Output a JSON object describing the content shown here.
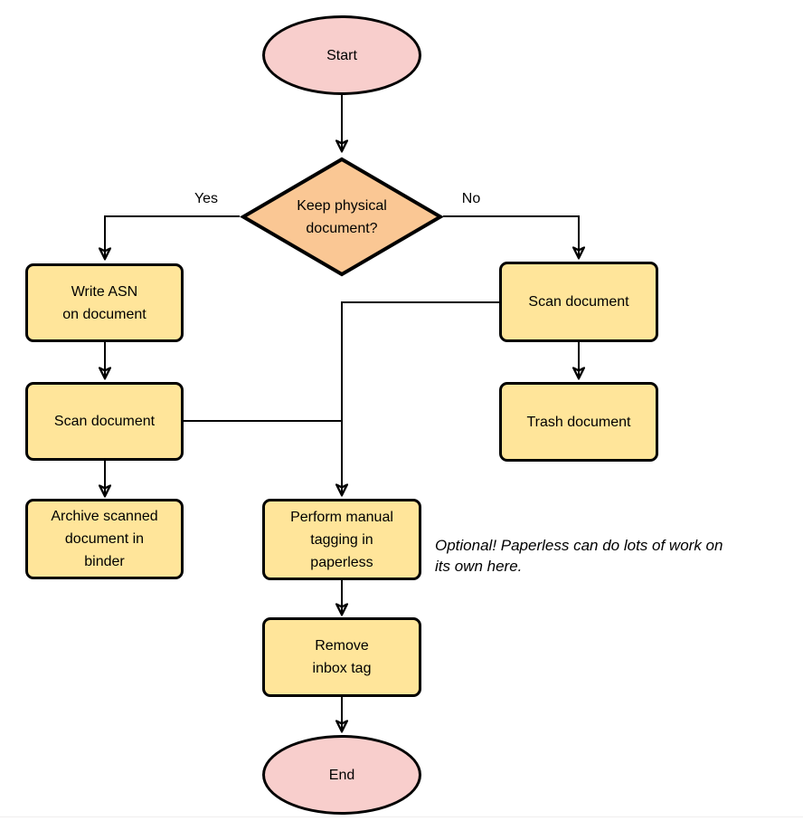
{
  "colors": {
    "terminal_fill": "#f8cecc",
    "decision_fill": "#fac794",
    "process_fill": "#ffe59a",
    "stroke": "#000000"
  },
  "nodes": {
    "start": {
      "label": "Start"
    },
    "decision": {
      "label": "Keep physical\ndocument?"
    },
    "write_asn": {
      "label": "Write ASN\non document"
    },
    "scan_left": {
      "label": "Scan document"
    },
    "archive": {
      "label": "Archive scanned\ndocument in\nbinder"
    },
    "scan_right": {
      "label": "Scan document"
    },
    "trash": {
      "label": "Trash document"
    },
    "perform_tagging": {
      "label": "Perform manual\ntagging in\npaperless"
    },
    "remove_inbox": {
      "label": "Remove\ninbox tag"
    },
    "end": {
      "label": "End"
    }
  },
  "edges": [
    {
      "from": "start",
      "to": "decision",
      "label": ""
    },
    {
      "from": "decision",
      "to": "write_asn",
      "label": "Yes"
    },
    {
      "from": "decision",
      "to": "scan_right",
      "label": "No"
    },
    {
      "from": "write_asn",
      "to": "scan_left",
      "label": ""
    },
    {
      "from": "scan_left",
      "to": "archive",
      "label": ""
    },
    {
      "from": "scan_left",
      "to": "perform_tagging",
      "label": ""
    },
    {
      "from": "scan_right",
      "to": "trash",
      "label": ""
    },
    {
      "from": "scan_right",
      "to": "perform_tagging",
      "label": ""
    },
    {
      "from": "perform_tagging",
      "to": "remove_inbox",
      "label": ""
    },
    {
      "from": "remove_inbox",
      "to": "end",
      "label": ""
    }
  ],
  "annotation": {
    "text": "Optional! Paperless can do lots of work on\nits own here."
  }
}
